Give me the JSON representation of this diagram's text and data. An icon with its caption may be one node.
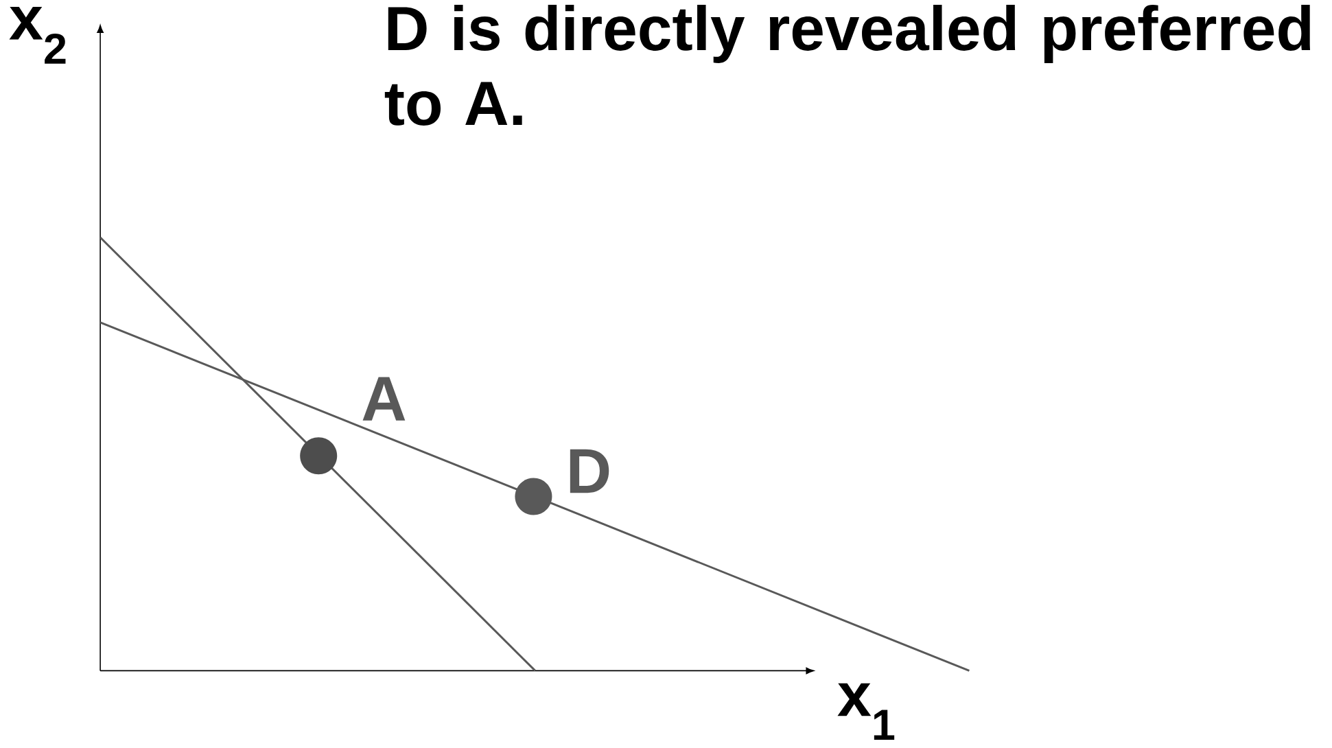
{
  "diagram": {
    "title": "D is directly revealed preferred to A.",
    "nodes": [
      {
        "text": [],
        "shape": "circle",
        "beside": [
          "A"
        ]
      },
      {
        "text": [],
        "shape": "circle",
        "beside": [
          "D"
        ]
      }
    ],
    "labels": [
      "x$_{2}$",
      "x$_{1}$"
    ]
  }
}
